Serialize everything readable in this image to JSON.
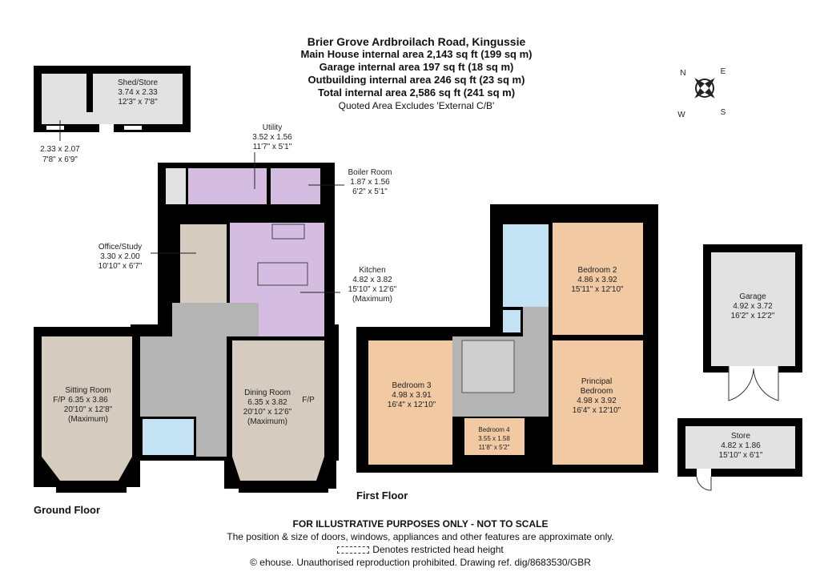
{
  "header": {
    "title": "Brier Grove Ardbroilach Road, Kingussie",
    "lines": [
      "Main House internal area 2,143 sq ft (199 sq m)",
      "Garage internal area 197 sq ft (18 sq m)",
      "Outbuilding internal area 246 sq ft (23 sq m)",
      "Total internal area 2,586 sq ft (241 sq m)"
    ],
    "note": "Quoted Area Excludes 'External C/B'"
  },
  "compass": {
    "n": "N",
    "e": "E",
    "s": "S",
    "w": "W"
  },
  "floors": {
    "ground": "Ground Floor",
    "first": "First Floor"
  },
  "rooms": {
    "shed": {
      "name": "Shed/Store",
      "metric": "3.74 x 2.33",
      "imperial": "12'3\" x 7'8\""
    },
    "shed_small": {
      "metric": "2.33 x 2.07",
      "imperial": "7'8\" x 6'9\""
    },
    "utility": {
      "name": "Utility",
      "metric": "3.52 x 1.56",
      "imperial": "11'7\" x 5'1\""
    },
    "boiler": {
      "name": "Boiler Room",
      "metric": "1.87 x 1.56",
      "imperial": "6'2\" x 5'1\""
    },
    "office": {
      "name": "Office/Study",
      "metric": "3.30 x 2.00",
      "imperial": "10'10\" x 6'7\""
    },
    "kitchen": {
      "name": "Kitchen",
      "metric": "4.82 x 3.82",
      "imperial": "15'10\" x 12'6\"",
      "note": "(Maximum)"
    },
    "sitting": {
      "name": "Sitting Room",
      "metric": "6.35 x 3.86",
      "imperial": "20'10\" x 12'8\"",
      "note": "(Maximum)",
      "fp": "F/P"
    },
    "dining": {
      "name": "Dining Room",
      "metric": "6.35 x 3.82",
      "imperial": "20'10\" x 12'6\"",
      "note": "(Maximum)",
      "fp": "F/P"
    },
    "bedroom2": {
      "name": "Bedroom 2",
      "metric": "4.86 x 3.92",
      "imperial": "15'11\" x 12'10\""
    },
    "bedroom3": {
      "name": "Bedroom 3",
      "metric": "4.98 x 3.91",
      "imperial": "16'4\" x 12'10\""
    },
    "bedroom4": {
      "name": "Bedroom 4",
      "metric": "3.55 x 1.58",
      "imperial": "11'8\" x 5'2\""
    },
    "principal": {
      "name1": "Principal",
      "name2": "Bedroom",
      "metric": "4.98 x 3.92",
      "imperial": "16'4\" x 12'10\""
    },
    "garage": {
      "name": "Garage",
      "metric": "4.92 x 3.72",
      "imperial": "16'2\" x 12'2\""
    },
    "store": {
      "name": "Store",
      "metric": "4.82 x 1.86",
      "imperial": "15'10\" x 6'1\""
    }
  },
  "footer": {
    "disclaimer": "FOR ILLUSTRATIVE PURPOSES ONLY - NOT TO SCALE",
    "approx": "The position & size of doors, windows, appliances and other features are approximate only.",
    "legend": "Denotes restricted head height",
    "copyright": "© ehouse. Unauthorised reproduction prohibited. Drawing ref. dig/8683530/GBR"
  },
  "colors": {
    "wall": "#000000",
    "purple": "#d4bde0",
    "beige": "#d5cbbf",
    "gray": "#b4b4b4",
    "light": "#e2e2e2",
    "blue": "#c3e3f5",
    "orange": "#f1c9a2"
  }
}
